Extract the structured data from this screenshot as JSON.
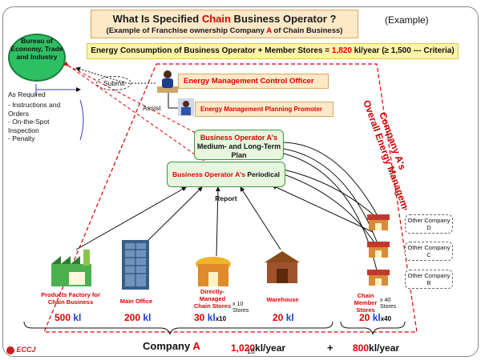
{
  "title": {
    "line1_pre": "What Is Specified ",
    "line1_red": "Chain",
    "line1_post": " Business Operator ?",
    "line2_pre": "(Example of Franchise ownership Company ",
    "line2_red": "A",
    "line2_post": " of Chain Business)"
  },
  "example_label": "(Example)",
  "energy": {
    "pre": "Energy Consumption of Business Operator + Member Stores = ",
    "value": "1,820",
    "post": " kl/year (≥ 1,500 --- Criteria)"
  },
  "bureau": "Bureau of Economy, Trade and Industry",
  "as_required": "As Required",
  "required_items": [
    "- Instructions and Orders",
    "- On-the-Spot Inspection",
    "- Penalty"
  ],
  "submit": "Submit",
  "assist": "Assist",
  "officer": "Energy Management Control Officer",
  "promoter": "Energy Management Planning Promoter",
  "system_label_1": "Company A's",
  "system_label_2": "Overall Energy Management System",
  "plan": {
    "red": "Business Operator A's",
    "rest": " Medium- and Long-Term Plan"
  },
  "report": {
    "red": "Business Operator A's",
    "rest": " Periodical Report"
  },
  "other_companies": [
    "Other Company D",
    "Other Company C",
    "Other Company B"
  ],
  "facilities": [
    {
      "label": "Products Factory for Chain Business",
      "value": "500",
      "unit": "kl",
      "suffix": ""
    },
    {
      "label": "Main Office",
      "value": "200",
      "unit": "kl",
      "suffix": ""
    },
    {
      "label": "Directly-Managed Chain Stores",
      "value": "30",
      "unit": "kl",
      "suffix": "x10"
    },
    {
      "label": "Warehouse",
      "value": "20",
      "unit": "kl",
      "suffix": ""
    },
    {
      "label": "Chain Member Stores",
      "value": "20",
      "unit": "kl",
      "suffix": "x40"
    }
  ],
  "stores_x10": "x 10 Stores",
  "stores_x40": "x 40 Stores",
  "company_a_pre": "Company ",
  "company_a_red": "A",
  "total_a_pre": "1,020",
  "total_a_post": "kl/year",
  "plus": "+",
  "total_b_pre": "800",
  "total_b_post": "kl/year",
  "page_number": "18",
  "logo": "ECCJ",
  "colors": {
    "accent_red": "#e00000",
    "value_blue": "#1a3cd0",
    "box_green": "#e6f7de",
    "bureau_green": "#2fbf63"
  }
}
